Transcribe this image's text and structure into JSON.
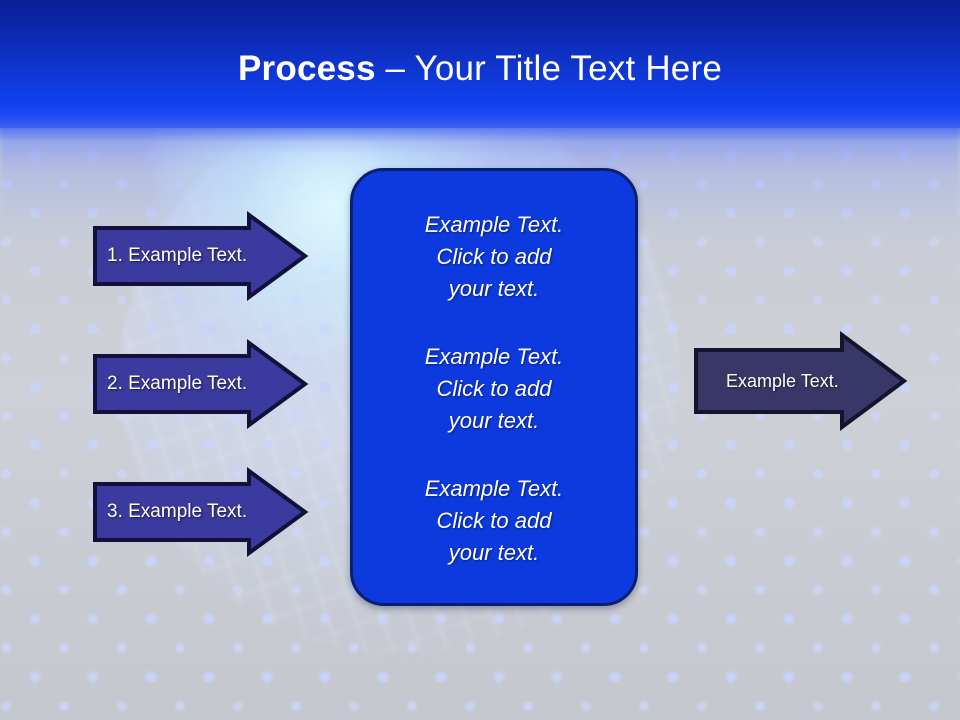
{
  "slide": {
    "title": {
      "bold_part": "Process",
      "rest_part": " – Your Title Text Here",
      "full": "Process – Your Title Text Here"
    }
  },
  "colors": {
    "header_top": "#0a1f96",
    "header_bottom": "#1142ef",
    "background_gray": "#c9ccd3",
    "dot_blue": "#cbd4fa",
    "left_arrow_fill": "#3b3a9e",
    "left_arrow_stroke": "#12113a",
    "right_arrow_fill": "#393767",
    "right_arrow_stroke": "#15142f",
    "center_box_fill": "#0d3ade",
    "center_box_stroke": "#0a1f6e",
    "text_white": "#ffffff"
  },
  "left_arrows": [
    {
      "label": "1. Example Text."
    },
    {
      "label": "2. Example Text."
    },
    {
      "label": "3. Example Text."
    }
  ],
  "center_box": {
    "paragraphs": [
      {
        "text": "Example Text.\nClick  to add\nyour text."
      },
      {
        "text": "Example Text.\nClick  to add\nyour text."
      },
      {
        "text": "Example Text.\nClick  to add\nyour text."
      }
    ]
  },
  "right_arrow": {
    "label": "Example Text."
  }
}
